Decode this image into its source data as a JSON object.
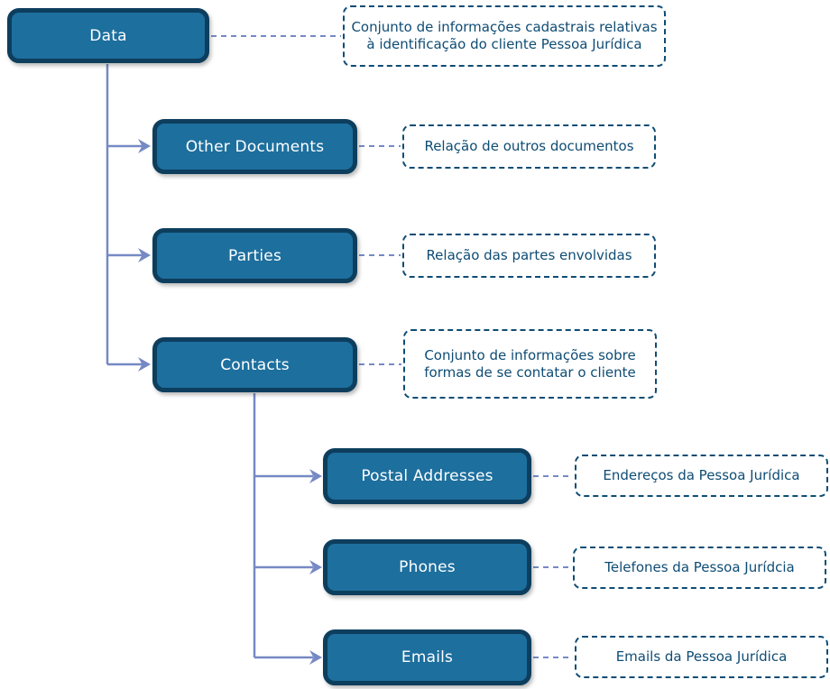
{
  "colors": {
    "node_fill": "#1d6f9e",
    "node_border": "#0d3e5e",
    "node_text": "#ffffff",
    "note_border": "#0e4c74",
    "note_text": "#0e4c74",
    "connector": "#7589c4",
    "bg": "#ffffff"
  },
  "nodes": {
    "data": {
      "label": "Data",
      "desc": "Conjunto de informações cadastrais relativas à identificação do cliente Pessoa Jurídica"
    },
    "other_documents": {
      "label": "Other Documents",
      "desc": "Relação de outros documentos"
    },
    "parties": {
      "label": "Parties",
      "desc": "Relação das partes envolvidas"
    },
    "contacts": {
      "label": "Contacts",
      "desc": "Conjunto de informações sobre formas de se contatar o cliente"
    },
    "postal_addresses": {
      "label": "Postal Addresses",
      "desc": "Endereços da Pessoa Jurídica"
    },
    "phones": {
      "label": "Phones",
      "desc": "Telefones da Pessoa Jurídcia"
    },
    "emails": {
      "label": "Emails",
      "desc": "Emails da Pessoa Jurídica"
    }
  }
}
